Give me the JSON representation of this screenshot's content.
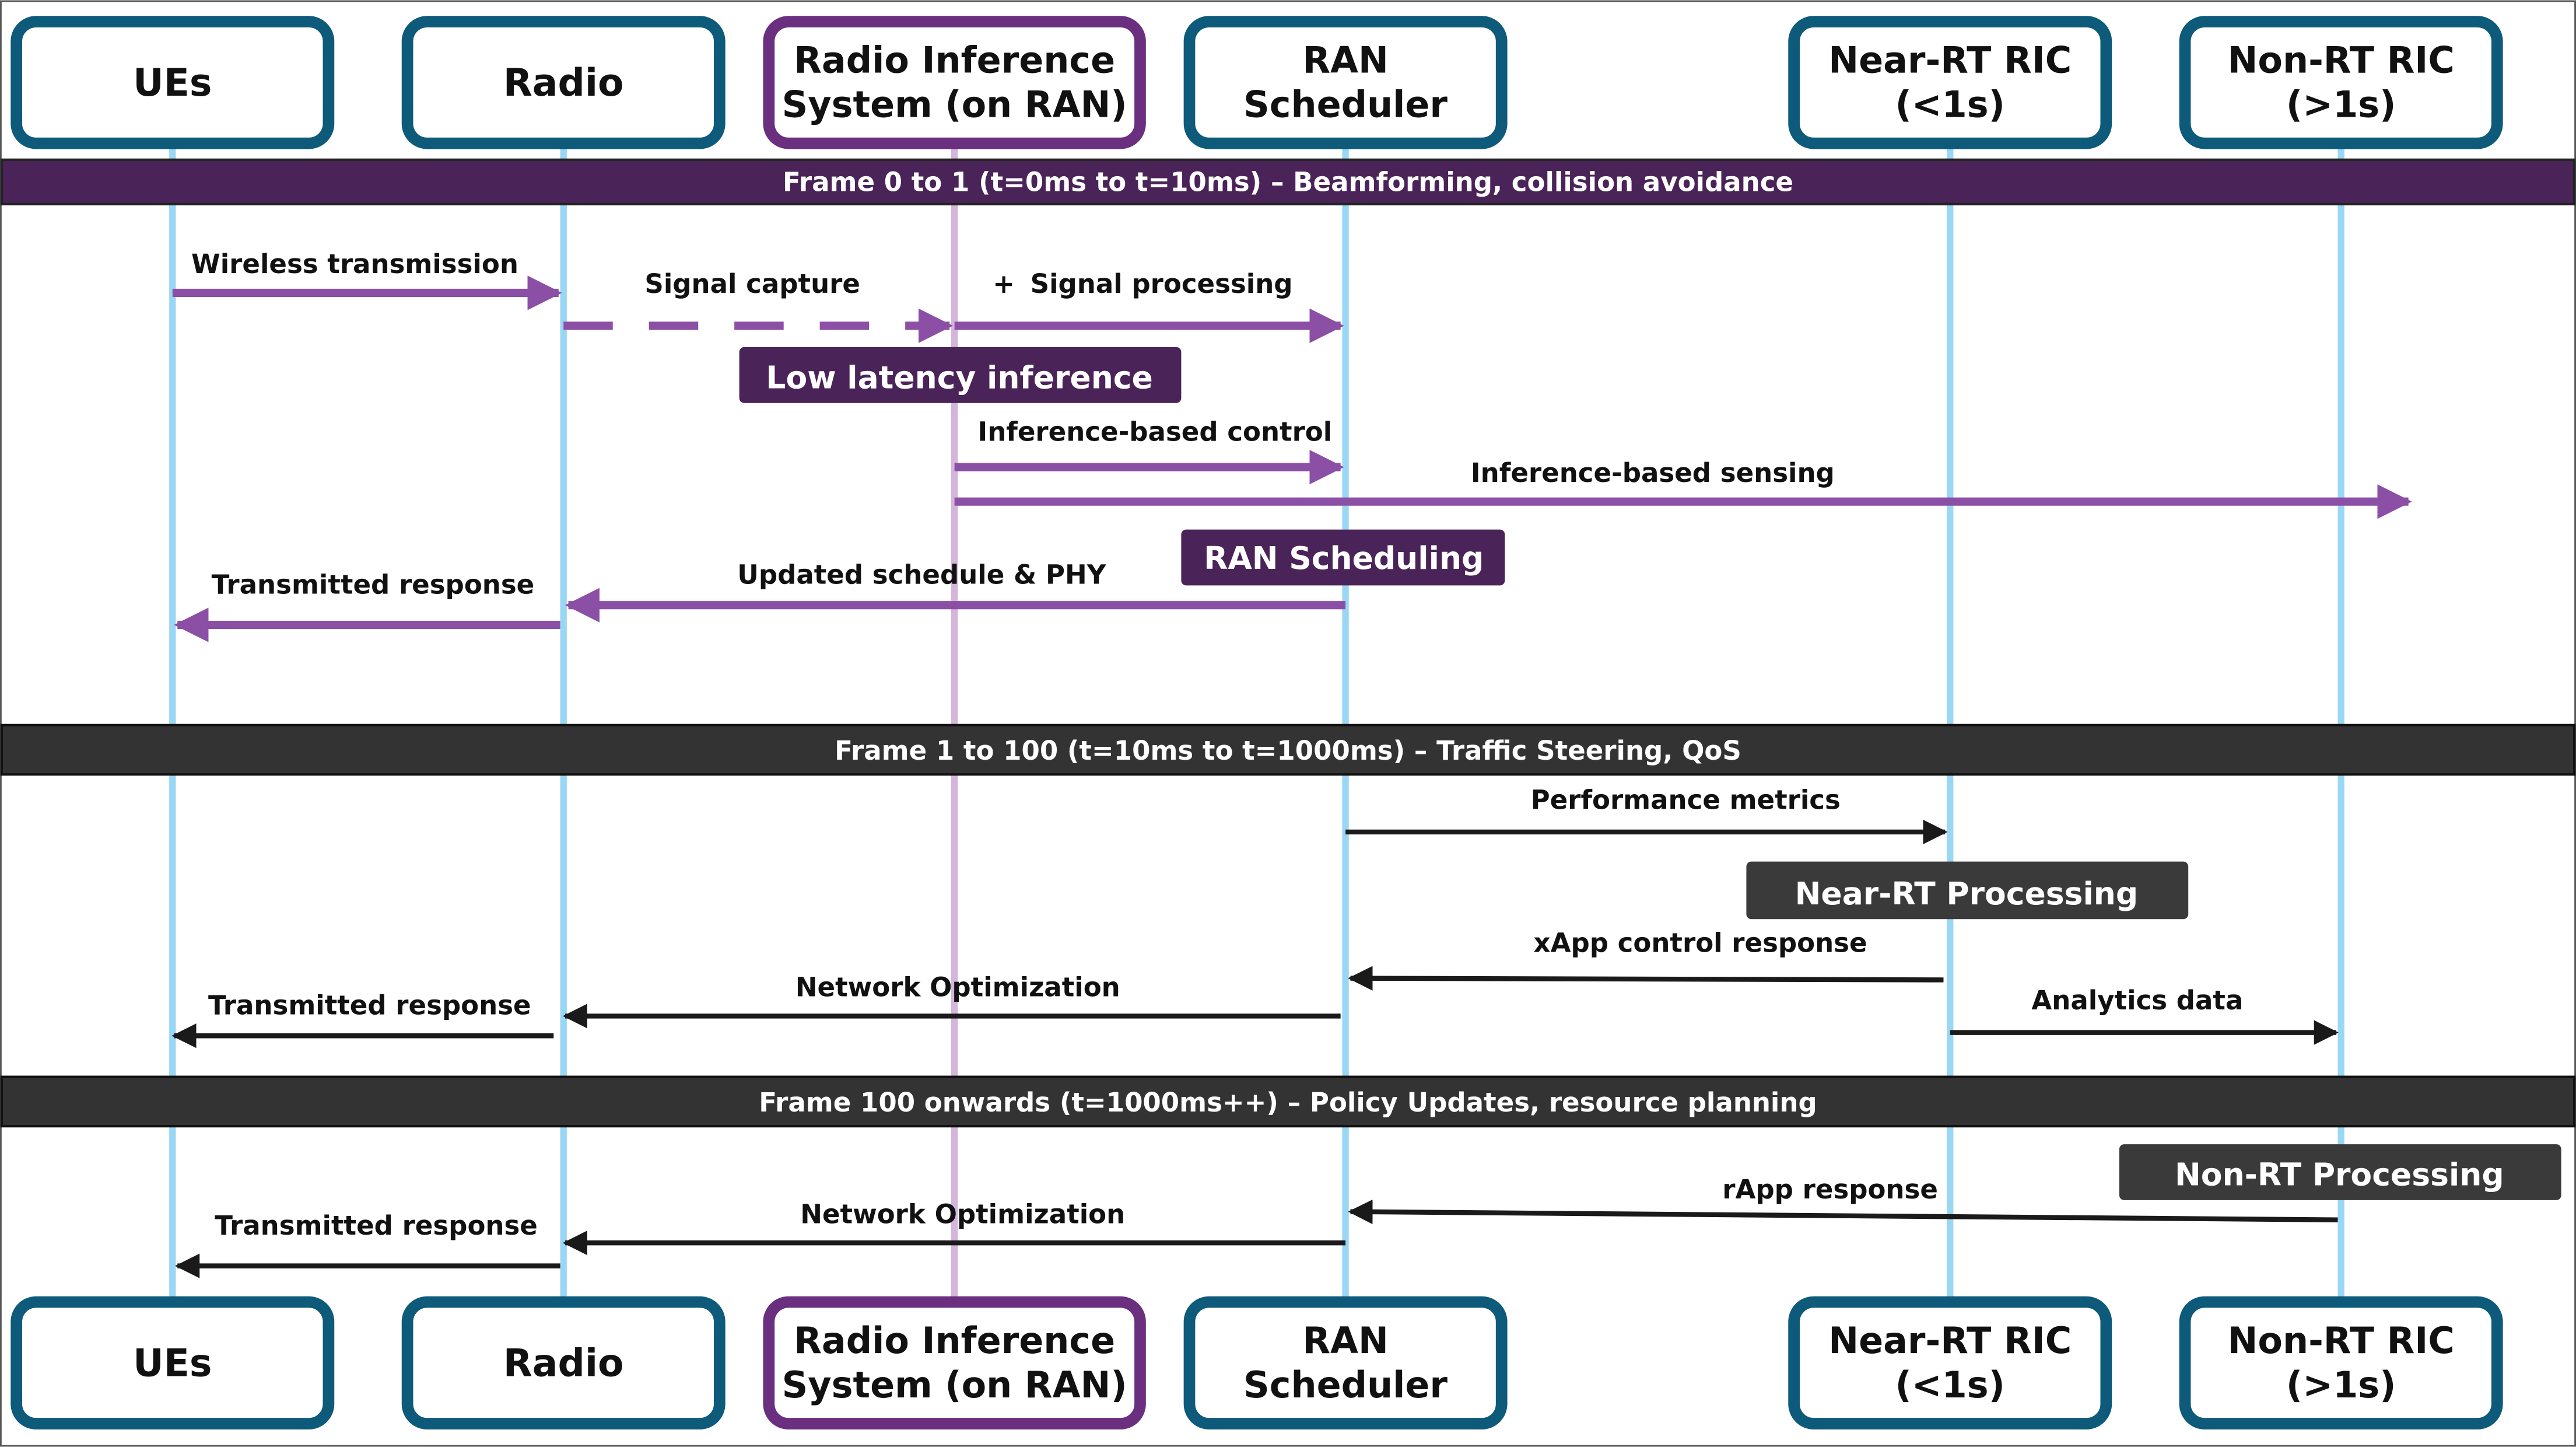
{
  "colors": {
    "purple": "#8b4fa6",
    "dark_purple": "#4a2358",
    "teal": "#0d5a7a",
    "lifeline": "#99d7f5",
    "lifeline_ris": "#d4b5db",
    "dark_band": "#333333",
    "black_arrow": "#1a1a1a",
    "white": "#ffffff"
  },
  "participants": [
    {
      "id": "ues",
      "line1": "UEs",
      "line2": "",
      "style": "teal"
    },
    {
      "id": "radio",
      "line1": "Radio",
      "line2": "",
      "style": "teal"
    },
    {
      "id": "ris",
      "line1": "Radio Inference",
      "line2": "System (on RAN)",
      "style": "purple"
    },
    {
      "id": "ran",
      "line1": "RAN",
      "line2": "Scheduler",
      "style": "teal"
    },
    {
      "id": "nearrt",
      "line1": "Near-RT RIC",
      "line2": "(<1s)",
      "style": "teal"
    },
    {
      "id": "nonrt",
      "line1": "Non-RT RIC",
      "line2": "(>1s)",
      "style": "teal"
    }
  ],
  "frames": [
    {
      "id": "f0",
      "label": "Frame 0 to 1 (t=0ms to t=10ms) – Beamforming, collision avoidance",
      "style": "purple"
    },
    {
      "id": "f1",
      "label": "Frame 1 to 100 (t=10ms to t=1000ms) – Traffic Steering, QoS",
      "style": "dark"
    },
    {
      "id": "f2",
      "label": "Frame 100 onwards (t=1000ms++) – Policy Updates, resource planning",
      "style": "dark"
    }
  ],
  "activities": [
    {
      "id": "low-latency-inference",
      "label": "Low latency inference",
      "style": "purple"
    },
    {
      "id": "ran-scheduling",
      "label": "RAN Scheduling",
      "style": "purple"
    },
    {
      "id": "near-rt-processing",
      "label": "Near-RT Processing",
      "style": "dark"
    },
    {
      "id": "non-rt-processing",
      "label": "Non-RT Processing",
      "style": "dark"
    }
  ],
  "messages": [
    {
      "id": "wireless-transmission",
      "label": "Wireless transmission",
      "from": "ues",
      "to": "radio",
      "style": "purple"
    },
    {
      "id": "signal-capture",
      "label": "Signal capture",
      "from": "radio",
      "to": "ris",
      "style": "purple-dashed"
    },
    {
      "id": "signal-processing",
      "label": "Signal processing",
      "prefix": "+",
      "from": "ris",
      "to": "ran",
      "style": "purple"
    },
    {
      "id": "inference-based-control",
      "label": "Inference-based control",
      "from": "ris",
      "to": "ran",
      "style": "purple"
    },
    {
      "id": "inference-based-sensing",
      "label": "Inference-based sensing",
      "from": "ris",
      "to": "beyond",
      "style": "purple"
    },
    {
      "id": "updated-schedule-phy",
      "label": "Updated schedule & PHY",
      "from": "ran",
      "to": "radio",
      "style": "purple"
    },
    {
      "id": "transmitted-response-1",
      "label": "Transmitted response",
      "from": "radio",
      "to": "ues",
      "style": "purple"
    },
    {
      "id": "performance-metrics",
      "label": "Performance metrics",
      "from": "ran",
      "to": "nearrt",
      "style": "black"
    },
    {
      "id": "xapp-control-response",
      "label": "xApp control response",
      "from": "nearrt",
      "to": "ran",
      "style": "black"
    },
    {
      "id": "network-optimization-1",
      "label": "Network Optimization",
      "from": "ran",
      "to": "radio",
      "style": "black"
    },
    {
      "id": "transmitted-response-2",
      "label": "Transmitted response",
      "from": "radio",
      "to": "ues",
      "style": "black"
    },
    {
      "id": "analytics-data",
      "label": "Analytics data",
      "from": "nearrt",
      "to": "nonrt",
      "style": "black"
    },
    {
      "id": "rapp-response",
      "label": "rApp response",
      "from": "nonrt",
      "to": "ran",
      "style": "black"
    },
    {
      "id": "network-optimization-2",
      "label": "Network Optimization",
      "from": "ran",
      "to": "radio",
      "style": "black"
    },
    {
      "id": "transmitted-response-3",
      "label": "Transmitted response",
      "from": "radio",
      "to": "ues",
      "style": "black"
    }
  ]
}
